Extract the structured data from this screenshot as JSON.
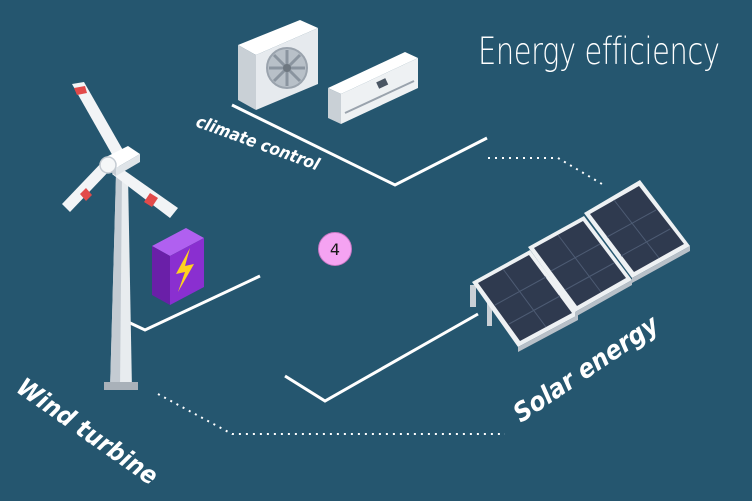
{
  "title": "Energy efficiency",
  "labels": {
    "climate": "climate control",
    "wind": "Wind turbine",
    "solar": "Solar energy"
  },
  "badge": "4",
  "colors": {
    "background": "#25566f",
    "line": "#ffffff",
    "device": "#eef1f3",
    "panel": "#2f3a4f",
    "battery": "#8a2fd0",
    "bolt": "#ffd21f",
    "turbine_stripe": "#e24a4a",
    "badge": "#f5a3f2"
  }
}
